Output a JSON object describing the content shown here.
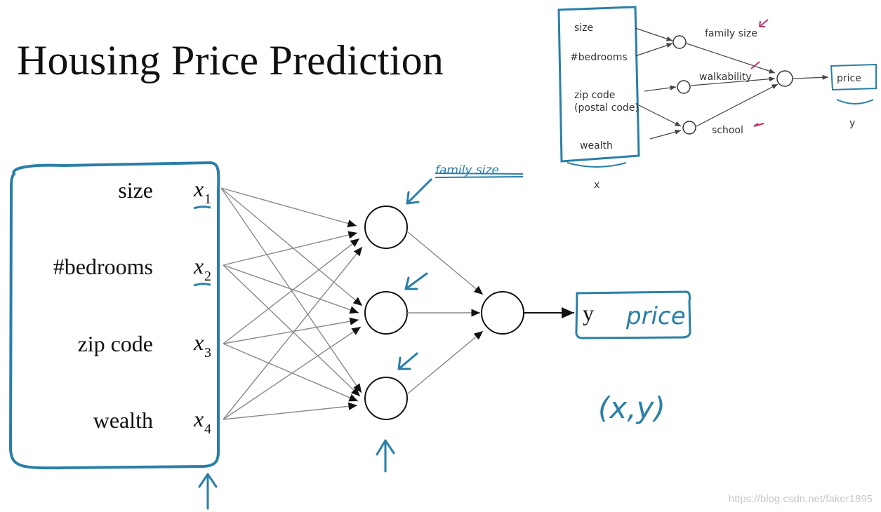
{
  "title": "Housing Price Prediction",
  "features": [
    {
      "label": "size",
      "var": "x",
      "sub": "1"
    },
    {
      "label": "#bedrooms",
      "var": "x",
      "sub": "2"
    },
    {
      "label": "zip code",
      "var": "x",
      "sub": "3"
    },
    {
      "label": "wealth",
      "var": "x",
      "sub": "4"
    }
  ],
  "hidden_annotation": "family size",
  "output": {
    "symbol": "y",
    "handwritten": "price"
  },
  "pair_label": "(x,y)",
  "inset": {
    "features": [
      "size",
      "#bedrooms",
      "zip code",
      "(postal code)",
      "wealth"
    ],
    "hidden_labels": [
      "family size",
      "walkability",
      "school"
    ],
    "output_label": "price",
    "x_label": "x",
    "y_label": "y"
  },
  "watermark": "https://blog.csdn.net/faker1895",
  "colors": {
    "ink": "#111111",
    "pen_blue": "#2a7fa8",
    "pen_red": "#c0306a"
  }
}
